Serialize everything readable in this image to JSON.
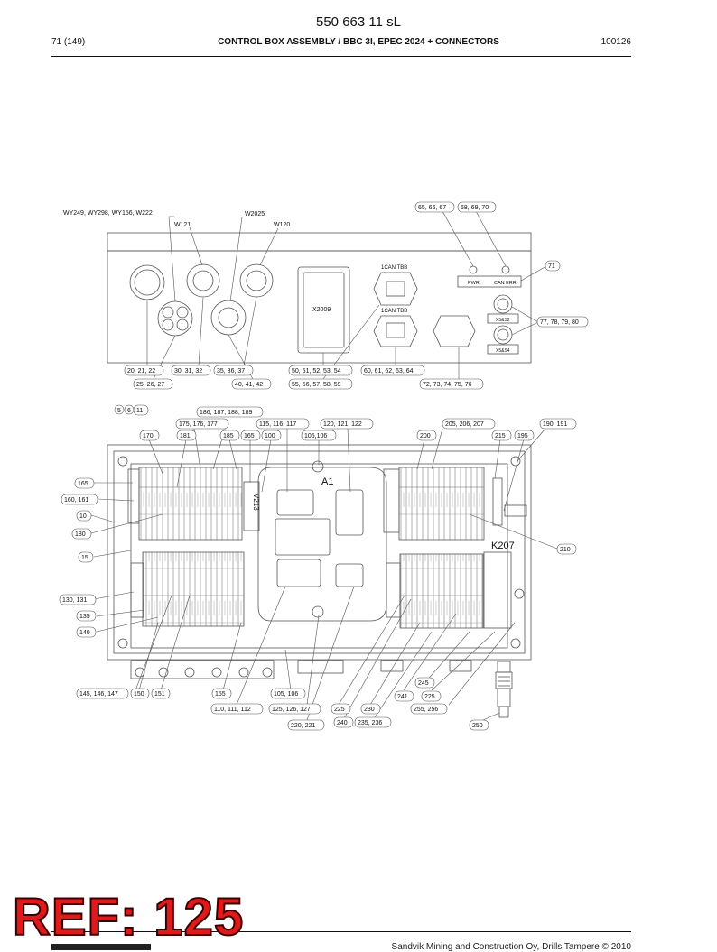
{
  "document": {
    "number": "550 663 11 sL",
    "page": "71 (149)",
    "title": "CONTROL BOX ASSEMBLY / BBC 3I, EPEC 2024 + CONNECTORS",
    "code": "100126"
  },
  "drawing": {
    "top_view": {
      "cable_labels": [
        "WY249, WY298, WY156, W222",
        "W121",
        "W2025",
        "W120"
      ],
      "panel_labels": {
        "x2009": "X2009",
        "can_tbb_1": "1CAN TBB",
        "can_tbb_2": "1CAN TBB",
        "pwr": "PWR",
        "can_err": "CAN ERR",
        "x5_6s2": "X5&S2",
        "x5_6s4": "X5&S4"
      },
      "callouts": {
        "c65": "65, 66, 67",
        "c68": "68, 69, 70",
        "c71": "71",
        "c77": "77, 78, 79, 80",
        "c20": "20, 21, 22",
        "c30": "30, 31, 32",
        "c35": "35, 36, 37",
        "c50": "50, 51, 52, 53, 54",
        "c60": "60, 61, 62, 63, 64",
        "c25": "25, 26, 27",
        "c40": "40, 41, 42",
        "c55": "55, 56, 57, 58, 59",
        "c72": "72, 73, 74, 75, 76"
      }
    },
    "front_view": {
      "labels": {
        "a1": "A1",
        "k207": "K207",
        "v213": "V213"
      },
      "callouts": {
        "c5": "5",
        "c6": "6",
        "c11": "11",
        "c186": "186, 187, 188, 189",
        "c175": "175, 176, 177",
        "c115": "115, 116, 117",
        "c120": "120, 121, 122",
        "c205": "205, 206, 207",
        "c190": "190, 191",
        "c170": "170",
        "c181": "181",
        "c185": "185",
        "c165a": "165",
        "c100": "100",
        "c105b": "105,106",
        "c200": "200",
        "c215": "215",
        "c195": "195",
        "c165": "165",
        "c160": "160, 161",
        "c10": "10",
        "c180": "180",
        "c15": "15",
        "c130": "130, 131",
        "c135": "135",
        "c140": "140",
        "c210": "210",
        "c145": "145, 146, 147",
        "c150": "150",
        "c151": "151",
        "c155": "155",
        "c105": "105, 106",
        "c110": "110, 111, 112",
        "c125": "125, 126, 127",
        "c225a": "225",
        "c230": "230",
        "c241": "241",
        "c225b": "225",
        "c245": "245",
        "c255": "255, 256",
        "c250": "250",
        "c220": "220, 221",
        "c240": "240",
        "c235": "235, 236"
      }
    }
  },
  "stamp": {
    "text": "REF: 125"
  },
  "footer": {
    "copyright": "Sandvik Mining and Construction Oy, Drills Tampere © 2010"
  },
  "colors": {
    "stamp_red": "#e01a1a",
    "line": "#555555",
    "ink": "#111111"
  }
}
